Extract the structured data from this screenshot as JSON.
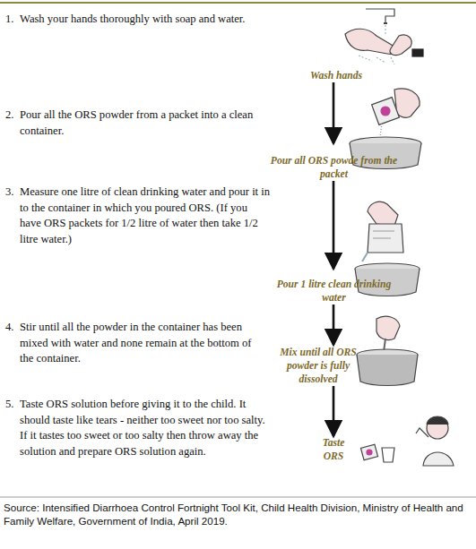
{
  "diagram": {
    "caption": "Source: Intensified Diarrhoea Control Fortnight Tool Kit, Child Health Division, Ministry of Health and Family Welfare, Government of India, April 2019.",
    "nodes": [
      {
        "text": [
          "Wash hands"
        ]
      },
      {
        "text": [
          "Pour all ORS powde from the packet"
        ]
      },
      {
        "text": [
          "Pour 1 litre clean drinking water"
        ]
      },
      {
        "text": [
          "Mix until all ORS powder is fully dissolved"
        ]
      },
      {
        "text": [
          "Taste ORS"
        ]
      }
    ],
    "edges": [
      {
        "from": 0,
        "to": 1,
        "arrow": "to"
      },
      {
        "from": 1,
        "to": 2,
        "arrow": "to"
      },
      {
        "from": 2,
        "to": 3,
        "arrow": "to"
      },
      {
        "from": 3,
        "to": 4,
        "arrow": "to"
      }
    ],
    "labels": [
      "1.",
      "Wash your hands thoroughly with soap and water.",
      "2.",
      "Pour all the ORS powder from a packet into a clean container.",
      "3.",
      "Measure one litre of clean drinking water and pour it in to the container in which you poured ORS. (If you have ORS packets for 1/2 litre of water then take 1/2 litre water.)",
      "4.",
      "Stir until all the powder in the container has been mixed with water and none remain at the bottom of the container.",
      "5.",
      "Taste ORS solution before giving it to the child. It should taste like tears - neither too sweet nor too salty. If it tastes too sweet or too salty then throw away the solution and prepare ORS solution again."
    ]
  }
}
